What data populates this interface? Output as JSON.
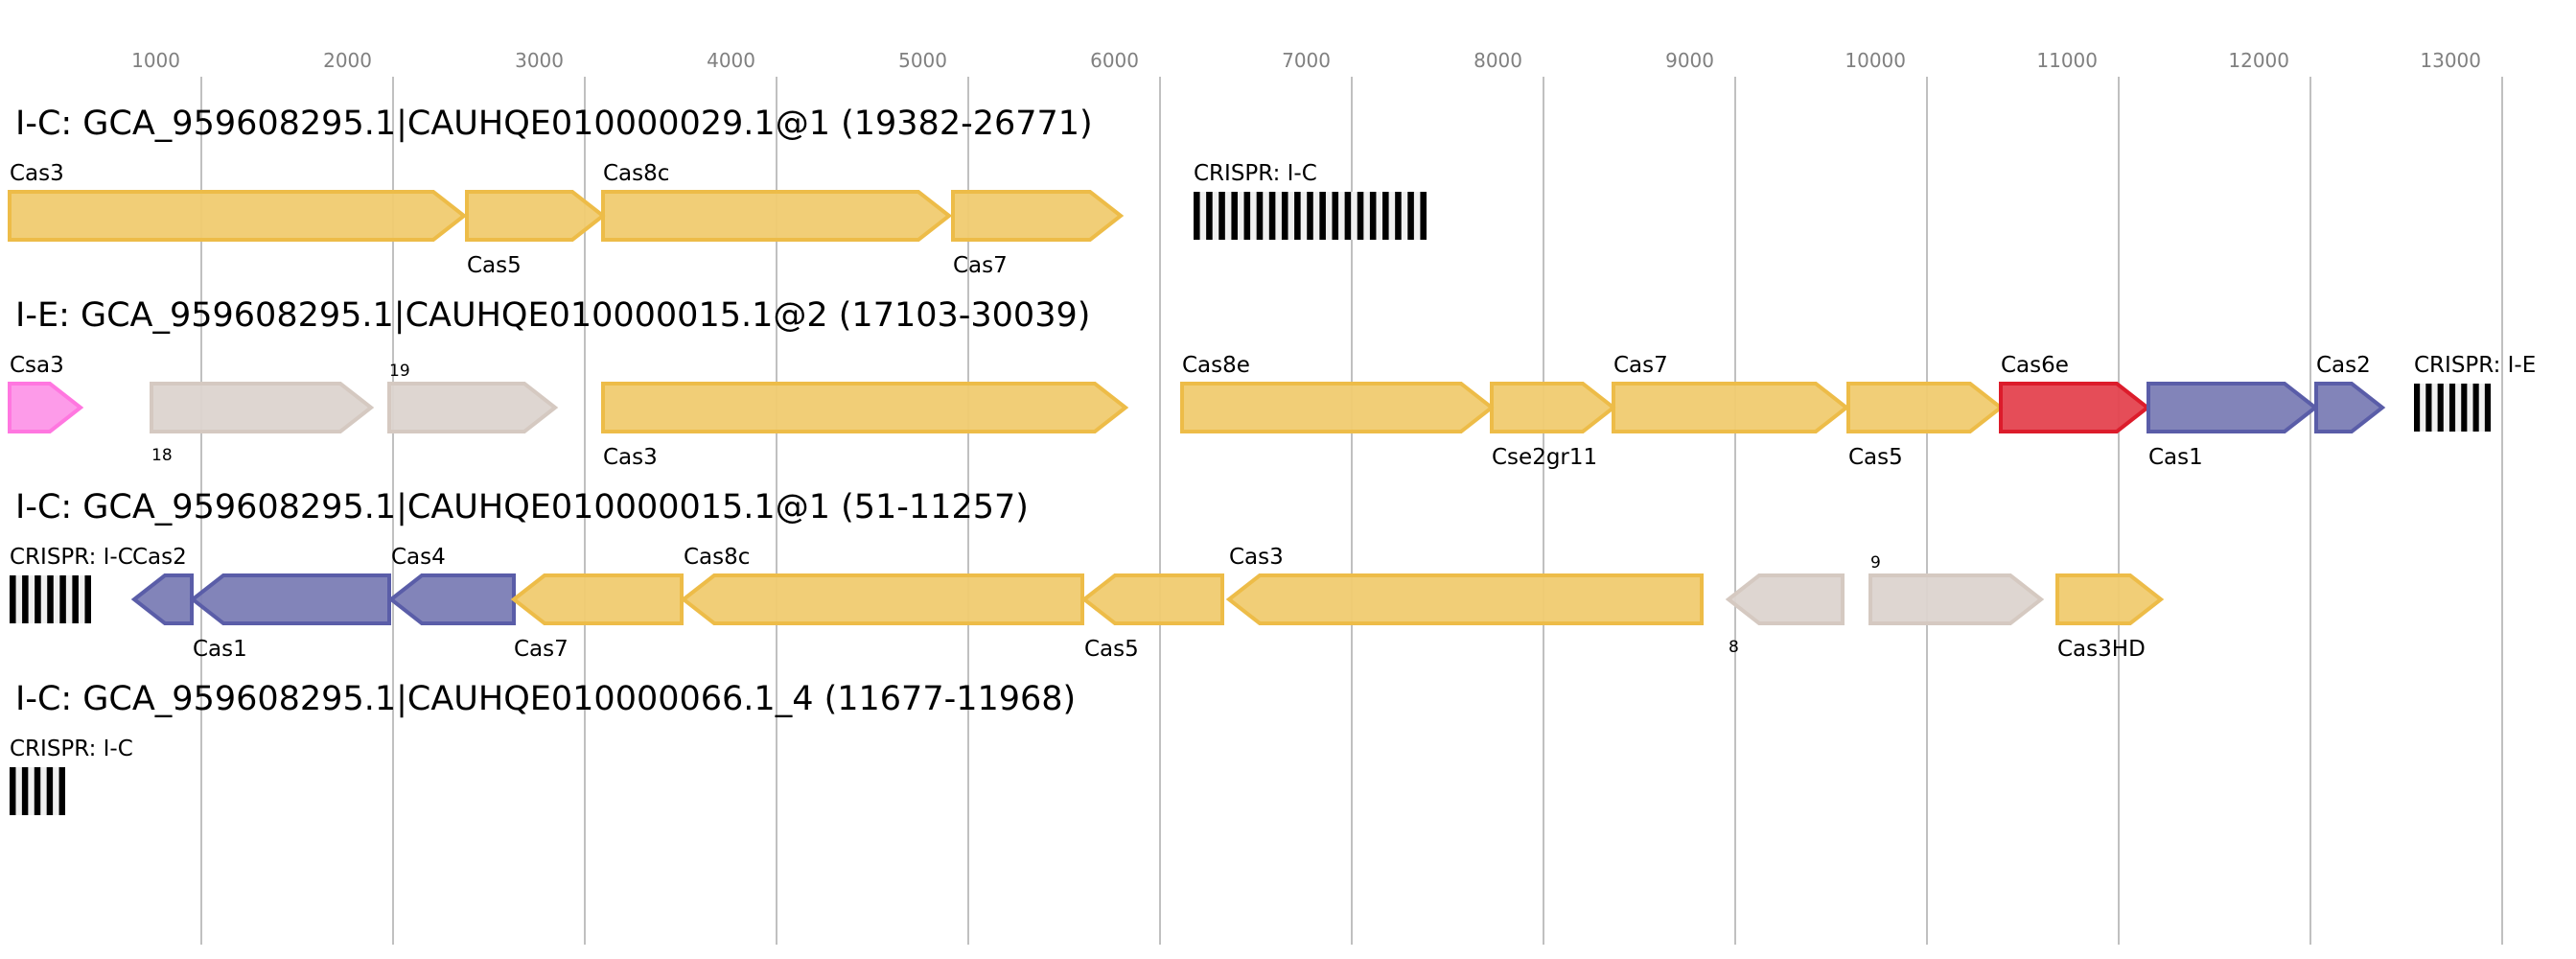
{
  "diagram": {
    "type": "gene-cluster-map",
    "axis": {
      "unit": "bp",
      "ticks": [
        1000,
        2000,
        3000,
        4000,
        5000,
        6000,
        7000,
        8000,
        9000,
        10000,
        11000,
        12000,
        13000
      ],
      "tick_labels": [
        "1000",
        "2000",
        "3000",
        "4000",
        "5000",
        "6000",
        "7000",
        "8000",
        "9000",
        "10000",
        "11000",
        "12000",
        "13000"
      ],
      "range": [
        0,
        13300
      ]
    },
    "colors": {
      "yellow": {
        "fill": "#f0cb70",
        "stroke": "#edbc48"
      },
      "grey": {
        "fill": "#dcd4cf",
        "stroke": "#d5c9c1"
      },
      "blue": {
        "fill": "#7b7db5",
        "stroke": "#5a5da8"
      },
      "red": {
        "fill": "#e4434f",
        "stroke": "#dc1c2b"
      },
      "pink": {
        "fill": "#fd96e8",
        "stroke": "#ff77e0"
      },
      "crispr_repeat": "#000000",
      "crispr_spacer": "#f0f0f0",
      "grid": "#c0c0c0",
      "tick_text": "#808080"
    },
    "rows": [
      {
        "title": "I-C: GCA_959608295.1|CAUHQE010000029.1@1 (19382-26771)",
        "features": [
          {
            "kind": "gene",
            "label": "Cas3",
            "start": 0,
            "end": 2370,
            "strand": "+",
            "color": "yellow",
            "label_pos": "above"
          },
          {
            "kind": "gene",
            "label": "Cas5",
            "start": 2385,
            "end": 3095,
            "strand": "+",
            "color": "yellow",
            "label_pos": "below"
          },
          {
            "kind": "gene",
            "label": "Cas8c",
            "start": 3095,
            "end": 4900,
            "strand": "+",
            "color": "yellow",
            "label_pos": "above"
          },
          {
            "kind": "gene",
            "label": "Cas7",
            "start": 4920,
            "end": 5795,
            "strand": "+",
            "color": "yellow",
            "label_pos": "below"
          },
          {
            "kind": "crispr",
            "label": "CRISPR: I-C",
            "start": 6175,
            "end": 7390,
            "repeats": 19,
            "label_pos": "above"
          }
        ]
      },
      {
        "title": "I-E: GCA_959608295.1|CAUHQE010000015.1@2 (17103-30039)",
        "features": [
          {
            "kind": "gene",
            "label": "Csa3",
            "start": 0,
            "end": 370,
            "strand": "+",
            "color": "pink",
            "label_pos": "above"
          },
          {
            "kind": "gene",
            "label": "18",
            "start": 740,
            "end": 1885,
            "strand": "+",
            "color": "grey",
            "label_pos": "below",
            "small": true
          },
          {
            "kind": "gene",
            "label": "19",
            "start": 1980,
            "end": 2845,
            "strand": "+",
            "color": "grey",
            "label_pos": "above",
            "small": true
          },
          {
            "kind": "gene",
            "label": "Cas3",
            "start": 3095,
            "end": 5820,
            "strand": "+",
            "color": "yellow",
            "label_pos": "below"
          },
          {
            "kind": "gene",
            "label": "Cas8e",
            "start": 6115,
            "end": 7730,
            "strand": "+",
            "color": "yellow",
            "label_pos": "above"
          },
          {
            "kind": "gene",
            "label": "Cse2gr11",
            "start": 7730,
            "end": 8365,
            "strand": "+",
            "color": "yellow",
            "label_pos": "below"
          },
          {
            "kind": "gene",
            "label": "Cas7",
            "start": 8365,
            "end": 9580,
            "strand": "+",
            "color": "yellow",
            "label_pos": "above"
          },
          {
            "kind": "gene",
            "label": "Cas5",
            "start": 9590,
            "end": 10385,
            "strand": "+",
            "color": "yellow",
            "label_pos": "below"
          },
          {
            "kind": "gene",
            "label": "Cas6e",
            "start": 10385,
            "end": 11150,
            "strand": "+",
            "color": "red",
            "label_pos": "above"
          },
          {
            "kind": "gene",
            "label": "Cas1",
            "start": 11155,
            "end": 12025,
            "strand": "+",
            "color": "blue",
            "label_pos": "below"
          },
          {
            "kind": "gene",
            "label": "Cas2",
            "start": 12030,
            "end": 12375,
            "strand": "+",
            "color": "blue",
            "label_pos": "above"
          },
          {
            "kind": "crispr",
            "label": "CRISPR: I-E",
            "start": 12540,
            "end": 12940,
            "repeats": 7,
            "label_pos": "above"
          }
        ]
      },
      {
        "title": "I-C: GCA_959608295.1|CAUHQE010000015.1@1 (51-11257)",
        "features": [
          {
            "kind": "crispr",
            "label": "CRISPR: I-C",
            "start": 0,
            "end": 425,
            "repeats": 7,
            "label_pos": "above"
          },
          {
            "kind": "gene",
            "label": "Cas2",
            "start": 650,
            "end": 950,
            "strand": "-",
            "color": "blue",
            "label_pos": "above"
          },
          {
            "kind": "gene",
            "label": "Cas1",
            "start": 955,
            "end": 1980,
            "strand": "-",
            "color": "blue",
            "label_pos": "below"
          },
          {
            "kind": "gene",
            "label": "Cas4",
            "start": 1990,
            "end": 2630,
            "strand": "-",
            "color": "blue",
            "label_pos": "above"
          },
          {
            "kind": "gene",
            "label": "Cas7",
            "start": 2630,
            "end": 3505,
            "strand": "-",
            "color": "yellow",
            "label_pos": "below"
          },
          {
            "kind": "gene",
            "label": "Cas8c",
            "start": 3515,
            "end": 5595,
            "strand": "-",
            "color": "yellow",
            "label_pos": "above"
          },
          {
            "kind": "gene",
            "label": "Cas5",
            "start": 5605,
            "end": 6325,
            "strand": "-",
            "color": "yellow",
            "label_pos": "below"
          },
          {
            "kind": "gene",
            "label": "Cas3",
            "start": 6360,
            "end": 8825,
            "strand": "-",
            "color": "yellow",
            "label_pos": "above"
          },
          {
            "kind": "gene",
            "label": "8",
            "start": 8965,
            "end": 9560,
            "strand": "-",
            "color": "grey",
            "label_pos": "below",
            "small": true
          },
          {
            "kind": "gene",
            "label": "9",
            "start": 9705,
            "end": 10595,
            "strand": "+",
            "color": "grey",
            "label_pos": "above",
            "small": true
          },
          {
            "kind": "gene",
            "label": "Cas3HD",
            "start": 10680,
            "end": 11220,
            "strand": "+",
            "color": "yellow",
            "label_pos": "below"
          }
        ]
      },
      {
        "title": "I-C: GCA_959608295.1|CAUHQE010000066.1_4 (11677-11968)",
        "features": [
          {
            "kind": "crispr",
            "label": "CRISPR: I-C",
            "start": 0,
            "end": 290,
            "repeats": 5,
            "label_pos": "above"
          }
        ]
      }
    ]
  }
}
